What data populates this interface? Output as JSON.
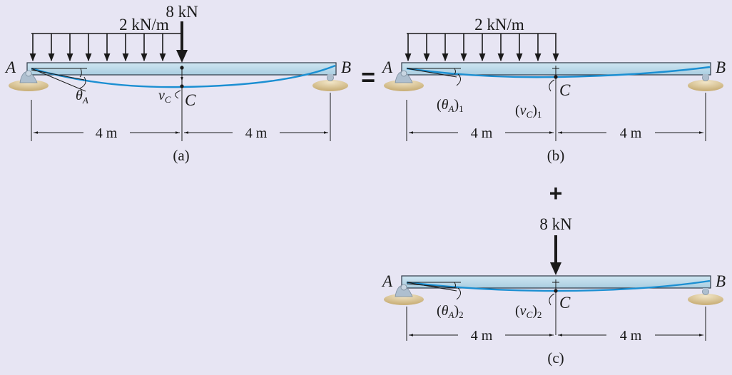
{
  "operators": {
    "equals": "=",
    "plus": "+"
  },
  "panel_a": {
    "dist_load": "2 kN/m",
    "point_load": "8 kN",
    "end_left": "A",
    "end_right": "B",
    "point_c": "C",
    "slope": "θ",
    "slope_sub": "A",
    "defl": "v",
    "defl_sub": "C",
    "span_left": "4 m",
    "span_right": "4 m",
    "caption": "(a)"
  },
  "panel_b": {
    "dist_load": "2 kN/m",
    "end_left": "A",
    "end_right": "B",
    "point_c": "C",
    "slope_open": "(",
    "slope": "θ",
    "slope_sub": "A",
    "slope_close": ")",
    "slope_index": "1",
    "defl_open": "(",
    "defl": "v",
    "defl_sub": "C",
    "defl_close": ")",
    "defl_index": "1",
    "span_left": "4 m",
    "span_right": "4 m",
    "caption": "(b)"
  },
  "panel_c": {
    "point_load": "8 kN",
    "end_left": "A",
    "end_right": "B",
    "point_c": "C",
    "slope_open": "(",
    "slope": "θ",
    "slope_sub": "A",
    "slope_close": ")",
    "slope_index": "2",
    "defl_open": "(",
    "defl": "v",
    "defl_sub": "C",
    "defl_close": ")",
    "defl_index": "2",
    "span_left": "4 m",
    "span_right": "4 m",
    "caption": "(c)"
  },
  "colors": {
    "background": "#e7e5f3",
    "beam_fill": "#bcdaea",
    "beam_stroke": "#2f3b48",
    "deflection": "#1b8fd2",
    "support": "#aebfcf",
    "ground": "#d6c39a"
  }
}
